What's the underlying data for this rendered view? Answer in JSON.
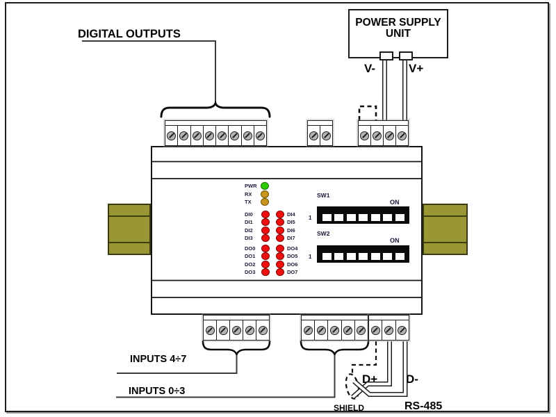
{
  "labels": {
    "digital_outputs": "DIGITAL OUTPUTS",
    "inputs_4_7": "INPUTS 4÷7",
    "inputs_0_3": "INPUTS 0÷3",
    "v_minus": "V-",
    "v_plus": "V+",
    "d_plus": "D+",
    "d_minus": "D-",
    "shield": "SHIELD",
    "rs485": "RS-485"
  },
  "psu": {
    "line1": "POWER SUPPLY",
    "line2": "UNIT"
  },
  "device": {
    "status_leds": [
      {
        "label": "PWR",
        "color": "#2ecc05",
        "ring": "#1b6e00"
      },
      {
        "label": "RX",
        "color": "#c8951c",
        "ring": "#6b5200"
      },
      {
        "label": "TX",
        "color": "#c8951c",
        "ring": "#6b5200"
      }
    ],
    "io_rows": [
      {
        "left": "DI0",
        "right": "DI4"
      },
      {
        "left": "DI1",
        "right": "DI5"
      },
      {
        "left": "DI2",
        "right": "DI6"
      },
      {
        "left": "DI3",
        "right": "DI7"
      },
      {
        "left": "DO0",
        "right": "DO4"
      },
      {
        "left": "DO1",
        "right": "DO5"
      },
      {
        "left": "DO2",
        "right": "DO6"
      },
      {
        "left": "DO3",
        "right": "DO7"
      }
    ],
    "dip_switches": [
      {
        "label": "SW1",
        "on_label": "ON",
        "start_label": "1",
        "positions": 7
      },
      {
        "label": "SW2",
        "on_label": "ON",
        "start_label": "1",
        "positions": 7
      }
    ]
  },
  "terminals": {
    "top_blocks": [
      {
        "name": "digital-outputs-terminal-block",
        "count": 8
      },
      {
        "name": "aux-terminal-block",
        "count": 2
      },
      {
        "name": "power-terminal-block",
        "count": 4
      }
    ],
    "bottom_blocks": [
      {
        "name": "inputs-4-7-terminal-block",
        "count": 5
      },
      {
        "name": "inputs-0-3-terminal-block",
        "count": 5
      },
      {
        "name": "rs485-terminal-block",
        "count": 3
      }
    ]
  },
  "colors": {
    "led_red": "#ee1010",
    "led_red_ring": "#7d0000",
    "din_rail": "#9a9535",
    "line": "#2b2b2b"
  }
}
